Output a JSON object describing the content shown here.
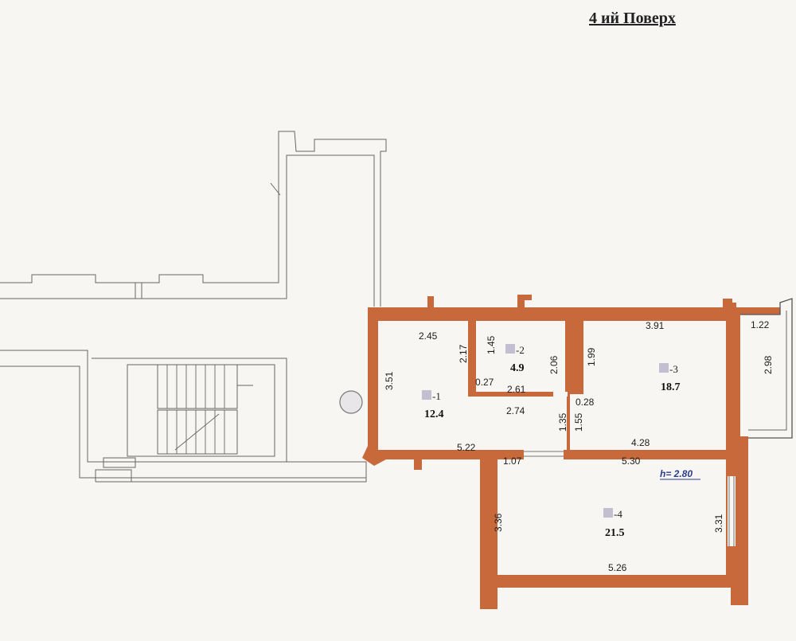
{
  "title": "4 ий Поверх",
  "height_label": "h= 2.80",
  "colors": {
    "wall": "#c8693c",
    "paper": "#f7f6f2",
    "height_label": "#2a3c8f"
  },
  "rooms": [
    {
      "number": "-1",
      "area": "12.4"
    },
    {
      "number": "-2",
      "area": "4.9"
    },
    {
      "number": "-3",
      "area": "18.7"
    },
    {
      "number": "-4",
      "area": "21.5"
    }
  ],
  "dimensions": {
    "d_2_45": "2.45",
    "d_2_17": "2.17",
    "d_3_51": "3.51",
    "d_1_45": "1.45",
    "d_2_06": "2.06",
    "d_0_27": "0.27",
    "d_2_61": "2.61",
    "d_2_74": "2.74",
    "d_3_91": "3.91",
    "d_1_99": "1.99",
    "d_0_28": "0.28",
    "d_1_35": "1.35",
    "d_1_55": "1.55",
    "d_1_22": "1.22",
    "d_2_98": "2.98",
    "d_4_28": "4.28",
    "d_5_22": "5.22",
    "d_5_30": "5.30",
    "d_1_07": "1.07",
    "d_3_36": "3.36",
    "d_3_31": "3.31",
    "d_5_26": "5.26"
  }
}
